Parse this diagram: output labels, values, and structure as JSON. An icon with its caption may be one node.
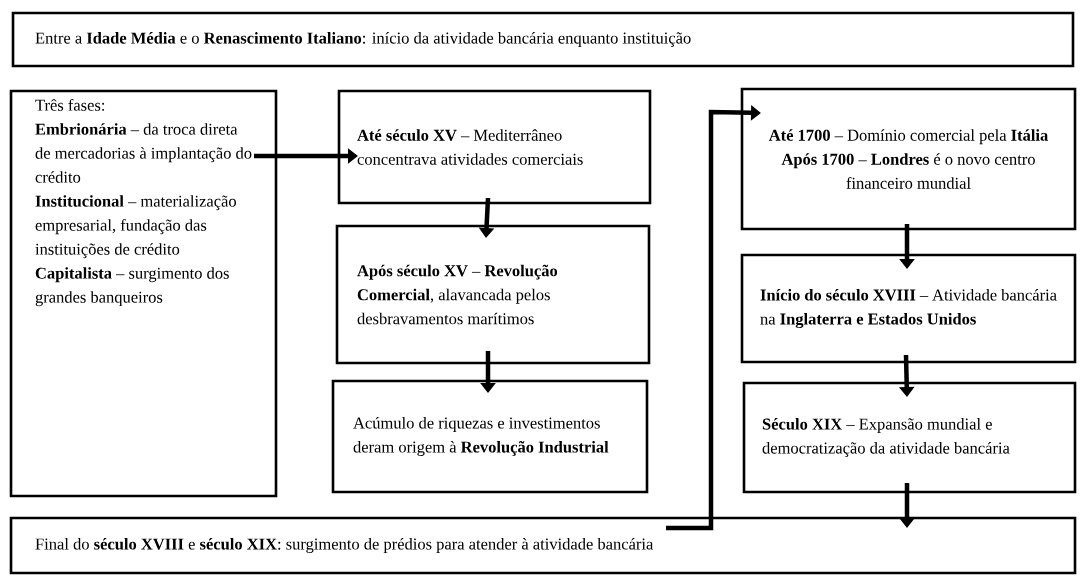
{
  "diagram": {
    "nodes": [
      {
        "text": [
          "Entre a **Idade Média** e o **Renascimento Italiano**: início da atividade bancária enquanto instituição"
        ]
      },
      {
        "text": [
          "Três fases:",
          "**Embrionária** – da troca direta de mercadorias à implantação do crédito",
          "**Institucional** – materialização empresarial, fundação das instituições de crédito",
          "**Capitalista** – surgimento dos grandes banqueiros"
        ]
      },
      {
        "text": [
          "**Até século XV** – Mediterrâneo concentrava atividades comerciais"
        ]
      },
      {
        "text": [
          "**Após século XV** – **Revolução Comercial**, alavancada pelos desbravamentos marítimos"
        ]
      },
      {
        "text": [
          "Acúmulo de riquezas e investimentos deram origem à **Revolução Industrial**"
        ]
      },
      {
        "text": [
          "**Até 1700** – Domínio comercial pela **Itália**",
          "**Após 1700** – **Londres** é o novo centro financeiro mundial"
        ]
      },
      {
        "text": [
          "**Início do século XVIII** – Atividade bancária na **Inglaterra e Estados Unidos**"
        ]
      },
      {
        "text": [
          "**Século XIX** – Expansão mundial e democratização da atividade bancária"
        ]
      },
      {
        "text": [
          "Final do **século XVIII** e **século XIX**: surgimento de prédios para atender à atividade bancária"
        ]
      }
    ],
    "edges": [
      {
        "from": 1,
        "to": 2,
        "arrow": "to"
      },
      {
        "from": 2,
        "to": 3,
        "arrow": "to"
      },
      {
        "from": 3,
        "to": 4,
        "arrow": "to"
      },
      {
        "from": 8,
        "to": 5,
        "arrow": "to"
      },
      {
        "from": 5,
        "to": 6,
        "arrow": "to"
      },
      {
        "from": 6,
        "to": 7,
        "arrow": "to"
      },
      {
        "from": 7,
        "to": 8,
        "arrow": "to"
      }
    ]
  }
}
